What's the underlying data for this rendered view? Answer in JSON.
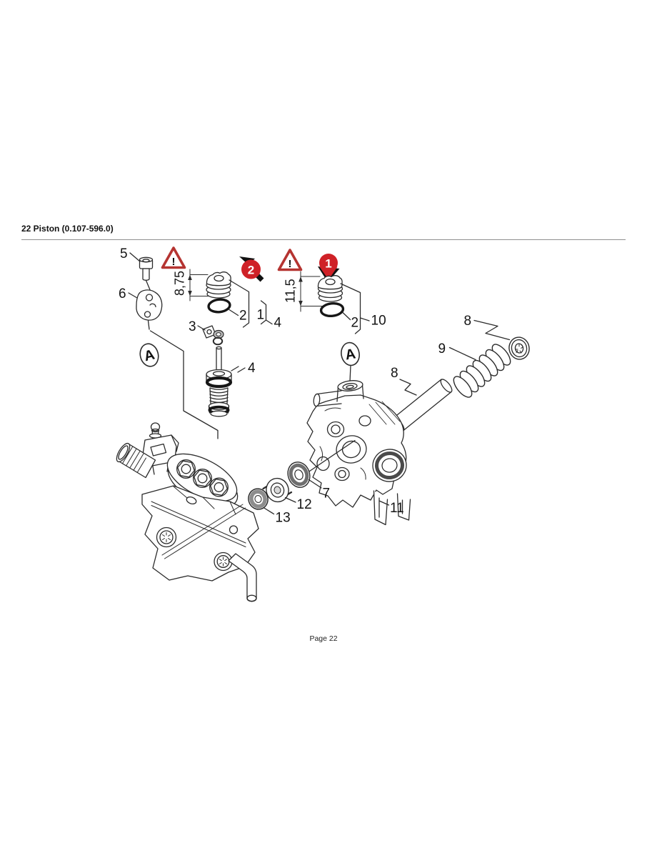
{
  "page": {
    "title": "22 Piston (0.107-596.0)",
    "footer": "Page 22"
  },
  "colors": {
    "badge_red": "#cf2127",
    "warning_red": "#b53431",
    "line": "#2b2b2b"
  },
  "diagram": {
    "ref_letter": "A",
    "warning_mark": "!",
    "badges": {
      "b1": "1",
      "b2": "2"
    },
    "dimensions": {
      "piston_left_height": "8,75",
      "piston_right_height": "11,5"
    },
    "callouts": {
      "c1": "1",
      "c2": "2",
      "c3": "3",
      "c4": "4",
      "c5": "5",
      "c6": "6",
      "c7": "7",
      "c8": "8",
      "c9": "9",
      "c10": "10",
      "c11": "11",
      "c12": "12",
      "c13": "13"
    }
  }
}
